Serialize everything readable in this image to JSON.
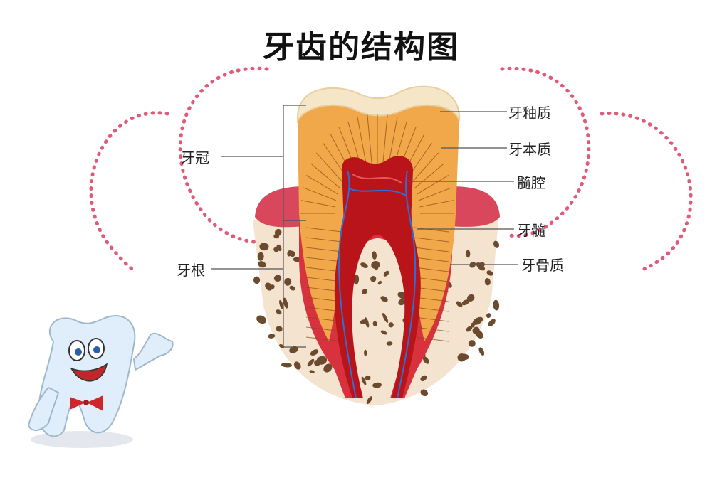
{
  "title": "牙齿的结构图",
  "labels": {
    "enamel": "牙釉质",
    "dentin": "牙本质",
    "pulp_cavity": "髓腔",
    "pulp": "牙髓",
    "cementum": "牙骨质",
    "crown": "牙冠",
    "root": "牙根"
  },
  "colors": {
    "dotted_circle": "#e05a7a",
    "gum": "#d9475c",
    "bone": "#6b4a2e",
    "dentin": "#f0a84a",
    "enamel": "#f6e6c8",
    "pulp": "#b8141a",
    "vessel": "#2e6fd6"
  },
  "icons": [
    "dotted-circle-decoration",
    "tooth-cross-section",
    "tooth-mascot"
  ]
}
